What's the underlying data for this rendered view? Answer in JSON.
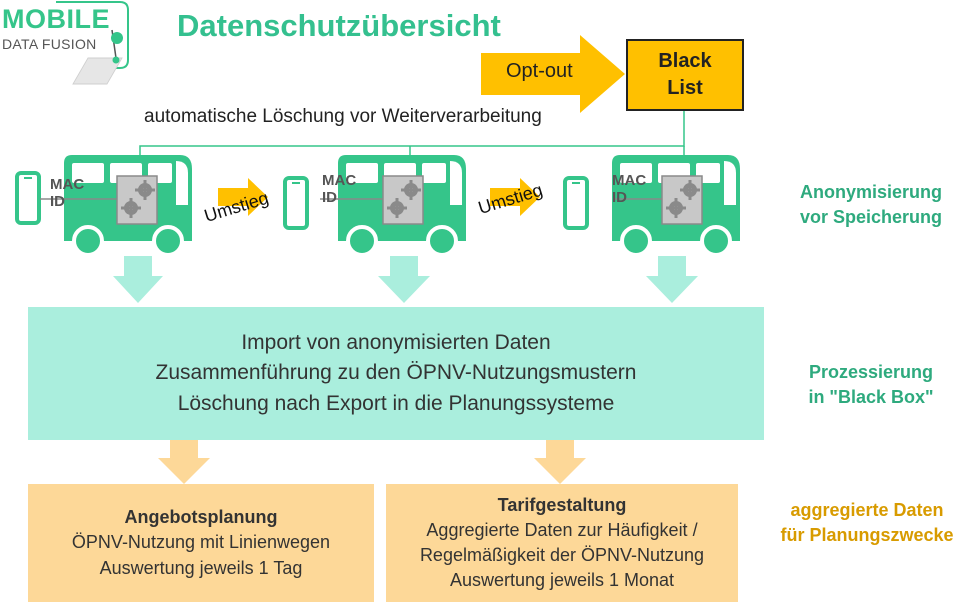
{
  "logo": {
    "line1": "MOBILE",
    "line2": "DATA FUSION"
  },
  "title": "Datenschutzübersicht",
  "optout": {
    "arrow_label": "Opt-out",
    "blacklist_line1": "Black",
    "blacklist_line2": "List"
  },
  "auto_delete": "automatische Löschung vor Weiterverarbeitung",
  "buses": [
    {
      "mac_line1": "MAC",
      "mac_line2": "ID"
    },
    {
      "mac_line1": "MAC",
      "mac_line2": "ID"
    },
    {
      "mac_line1": "MAC",
      "mac_line2": "ID"
    }
  ],
  "transfers": [
    "Umstieg",
    "Umstieg"
  ],
  "side_labels": {
    "anonymization": {
      "line1": "Anonymisierung",
      "line2": "vor Speicherung"
    },
    "processing": {
      "line1": "Prozessierung",
      "line2": "in \"Black Box\""
    },
    "aggregated": {
      "line1": "aggregierte Daten",
      "line2": "für Planungszwecke"
    }
  },
  "processing_box": {
    "line1": "Import von anonymisierten Daten",
    "line2": "Zusammenführung zu den ÖPNV-Nutzungsmustern",
    "line3": "Löschung nach Export in die Planungssysteme"
  },
  "output_boxes": [
    {
      "heading": "Angebotsplanung",
      "line1": "ÖPNV-Nutzung mit Linienwegen",
      "line2": "Auswertung jeweils 1 Tag"
    },
    {
      "heading": "Tarifgestaltung",
      "line1": "Aggregierte Daten zur Häufigkeit /",
      "line2": "Regelmäßigkeit der ÖPNV-Nutzung",
      "line3": "Auswertung jeweils 1 Monat"
    }
  ],
  "colors": {
    "green": "#35c58a",
    "mint": "#aaeedd",
    "orange": "#ffc000",
    "light_orange": "#fdd898",
    "gear_box": "#c8c8c8"
  }
}
